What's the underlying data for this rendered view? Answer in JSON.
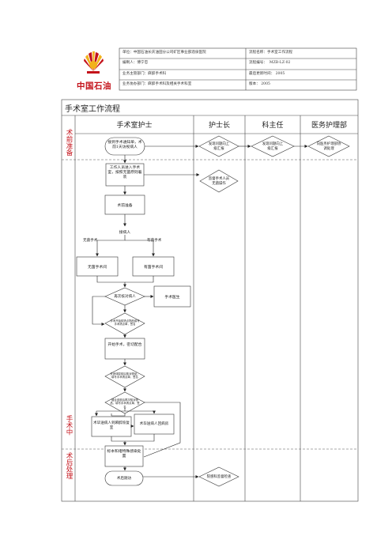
{
  "header": {
    "unit": "单位：中国石油长庆油田分公司矿区事业部酒泉医院",
    "process_name": "流程名称：手术室工作流程",
    "editor": "编制人：傅宁忠",
    "process_no": "流程编号：  MZB-LZ-02",
    "main_dept": "业务主管部门：麻醉手术科",
    "update_time": "最后更新时间： 2005",
    "sub_dept": "业务协办部门：麻醉手术科及相关手术科室",
    "version": "版本： 2005",
    "logo_text": "中国石油"
  },
  "title": "手术室工作流程",
  "lanes": [
    "手术室护士",
    "护士长",
    "科主任",
    "医务护理部"
  ],
  "phases": [
    "术前准备",
    "手术中",
    "术后处理"
  ],
  "nodes": {
    "start": "接到手术通知单，术前1天访视病人",
    "hn_report": "发现问题向上级汇报",
    "dir_report": "发现问题向上级汇报",
    "med_coord": "向医务护理部协调处理",
    "prepare": "工作人员进入手术室，按照无菌原则着装",
    "hn_check": "监督手术人员无菌操作",
    "stock": "术前准备",
    "receive": "接病人",
    "aseptic_label": "无菌手术",
    "infected_label": "有菌手术",
    "aseptic_room": "无菌手术间",
    "infected_room": "有菌手术间",
    "verify": "再次核对病人",
    "surgeon": "手术医生",
    "d1": "手术开始前清点物品填写手术清点单，签名",
    "start_op": "开始手术，密切配合",
    "d2": "关闭体腔前后核对物品，填写手术清点单，签名",
    "d3": "缝合皮肤后再次核对物品，填写手术清点单，签名",
    "to_recovery": "术毕送病人到麻醉恢复室",
    "to_ward": "术毕送病人回病房",
    "specimen": "标本和诸特殊感染处置",
    "followup": "术后随访",
    "hn_infect": "院感科监督检查"
  }
}
